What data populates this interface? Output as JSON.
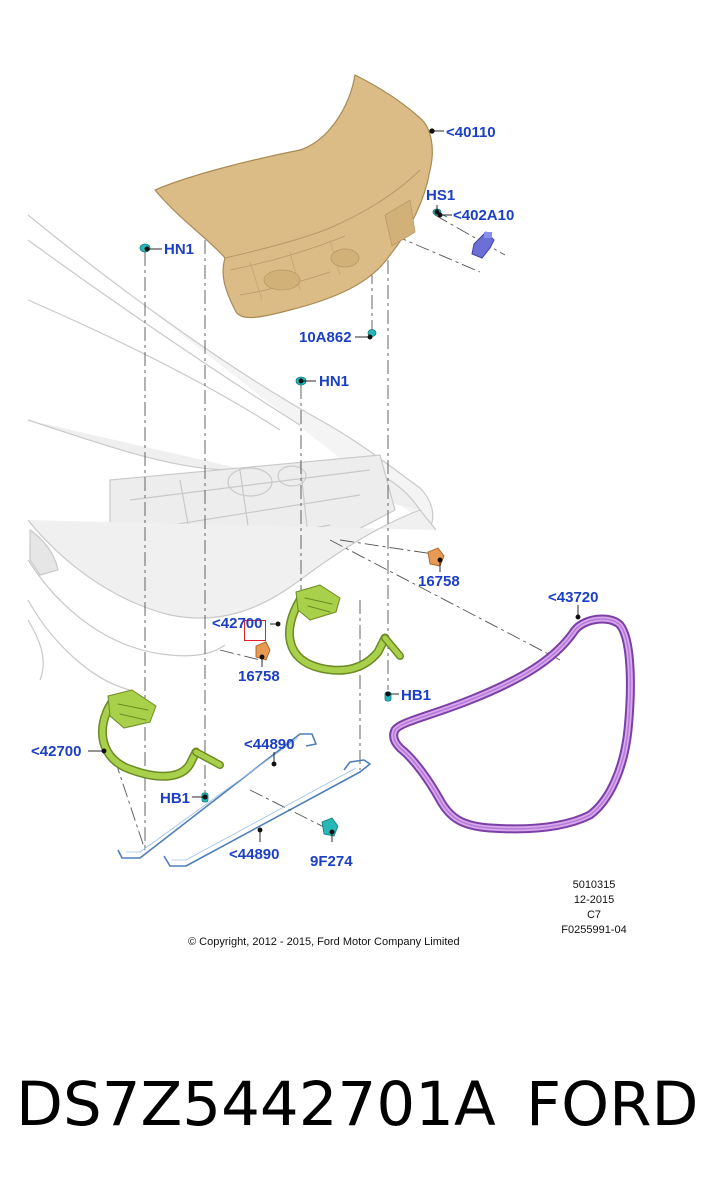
{
  "diagram": {
    "callouts": {
      "deck_lid": "<40110",
      "hs1": "HS1",
      "lock": "<402A10",
      "hn1_left": "HN1",
      "hn1_center": "HN1",
      "grommet": "10A862",
      "bumper_right": "16758",
      "bumper_left": "16758",
      "hinge_right": "<42700",
      "hinge_left": "<42700",
      "weatherstrip": "<43720",
      "hb1_right": "HB1",
      "hb1_left": "HB1",
      "torsion_upper": "<44890",
      "torsion_lower": "<44890",
      "clip": "9F274"
    },
    "reference": {
      "line1": "5010315",
      "line2": "12-2015",
      "line3": "C7",
      "line4": "F0255991-04"
    },
    "copyright": "© Copyright, 2012 - 2015, Ford Motor Company Limited"
  },
  "caption": {
    "part_number": "DS7Z5442701A",
    "brand": "FORD"
  },
  "colors": {
    "callout_text": "#1b3fc6",
    "deck_lid": "#dcbc86",
    "hinge": "#a8d04a",
    "weatherstrip": "#b77ad6",
    "torsion_bar": "#7fa8d8",
    "fastener": "#27b7b7",
    "bumper": "#e89a55",
    "lock": "#6b6fd6",
    "highlight_box": "#e0202a"
  }
}
